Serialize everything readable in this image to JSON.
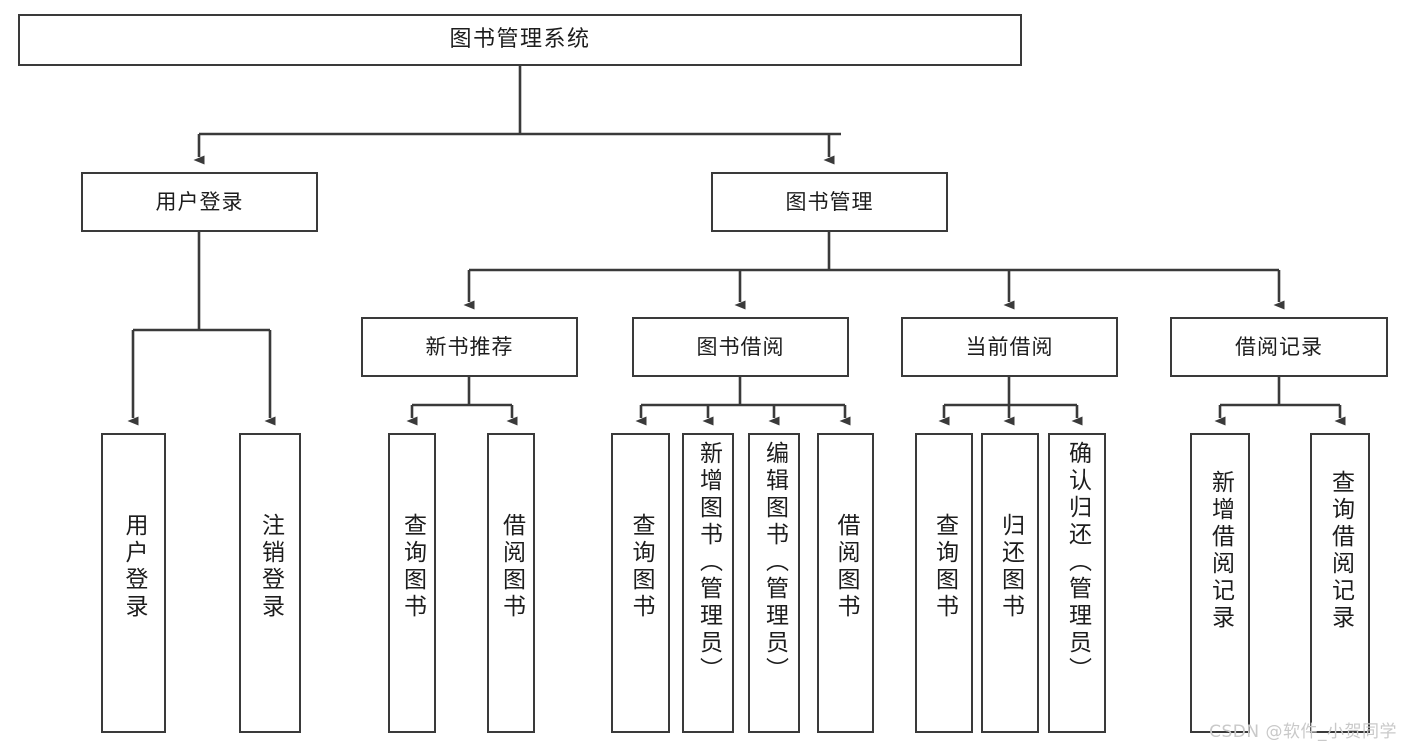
{
  "diagram": {
    "title": "图书管理系统",
    "watermark": "CSDN @软件_小贺同学",
    "colors": {
      "stroke": "#3a3a3a",
      "fill": "#ffffff",
      "text": "#1d1d1d",
      "watermark": "#c9c9c9"
    },
    "nodes": {
      "root": "图书管理系统",
      "l2": {
        "user_login": "用户登录",
        "book_manage": "图书管理"
      },
      "l3": {
        "new_book_rec": "新书推荐",
        "book_borrow": "图书借阅",
        "current_borrow": "当前借阅",
        "borrow_record": "借阅记录"
      },
      "leaves": {
        "user_login_1": "用户登录",
        "user_login_2": "注销登录",
        "new_book_1": "查询图书",
        "new_book_2": "借阅图书",
        "borrow_1": "查询图书",
        "borrow_2": "新增图书（管理员）",
        "borrow_3": "编辑图书（管理员）",
        "borrow_4": "借阅图书",
        "current_1": "查询图书",
        "current_2": "归还图书",
        "current_3": "确认归还（管理员）",
        "record_1": "新增借阅记录",
        "record_2": "查询借阅记录"
      }
    }
  }
}
